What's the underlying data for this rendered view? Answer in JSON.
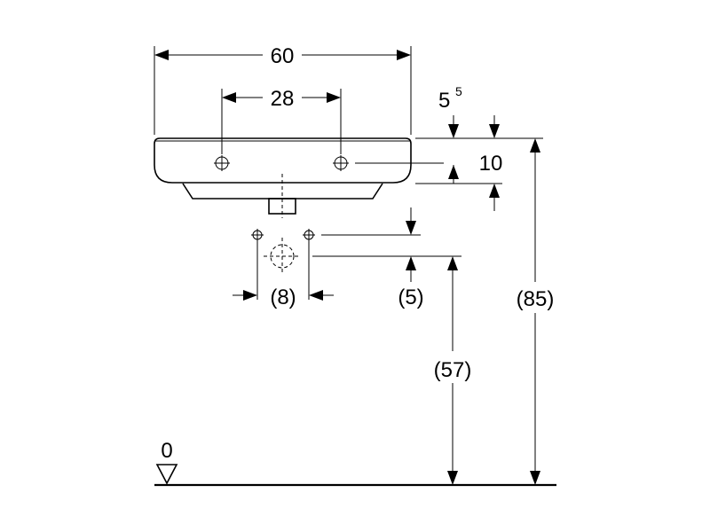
{
  "dimensions": {
    "width_total": "60",
    "hole_spacing": "28",
    "rim_height_base": "5",
    "rim_height_sup": "5",
    "bowl_depth": "10",
    "supply_spacing": "(8)",
    "supply_offset": "(5)",
    "drain_height": "(57)",
    "rim_height_total": "(85)",
    "floor_level": "0"
  }
}
